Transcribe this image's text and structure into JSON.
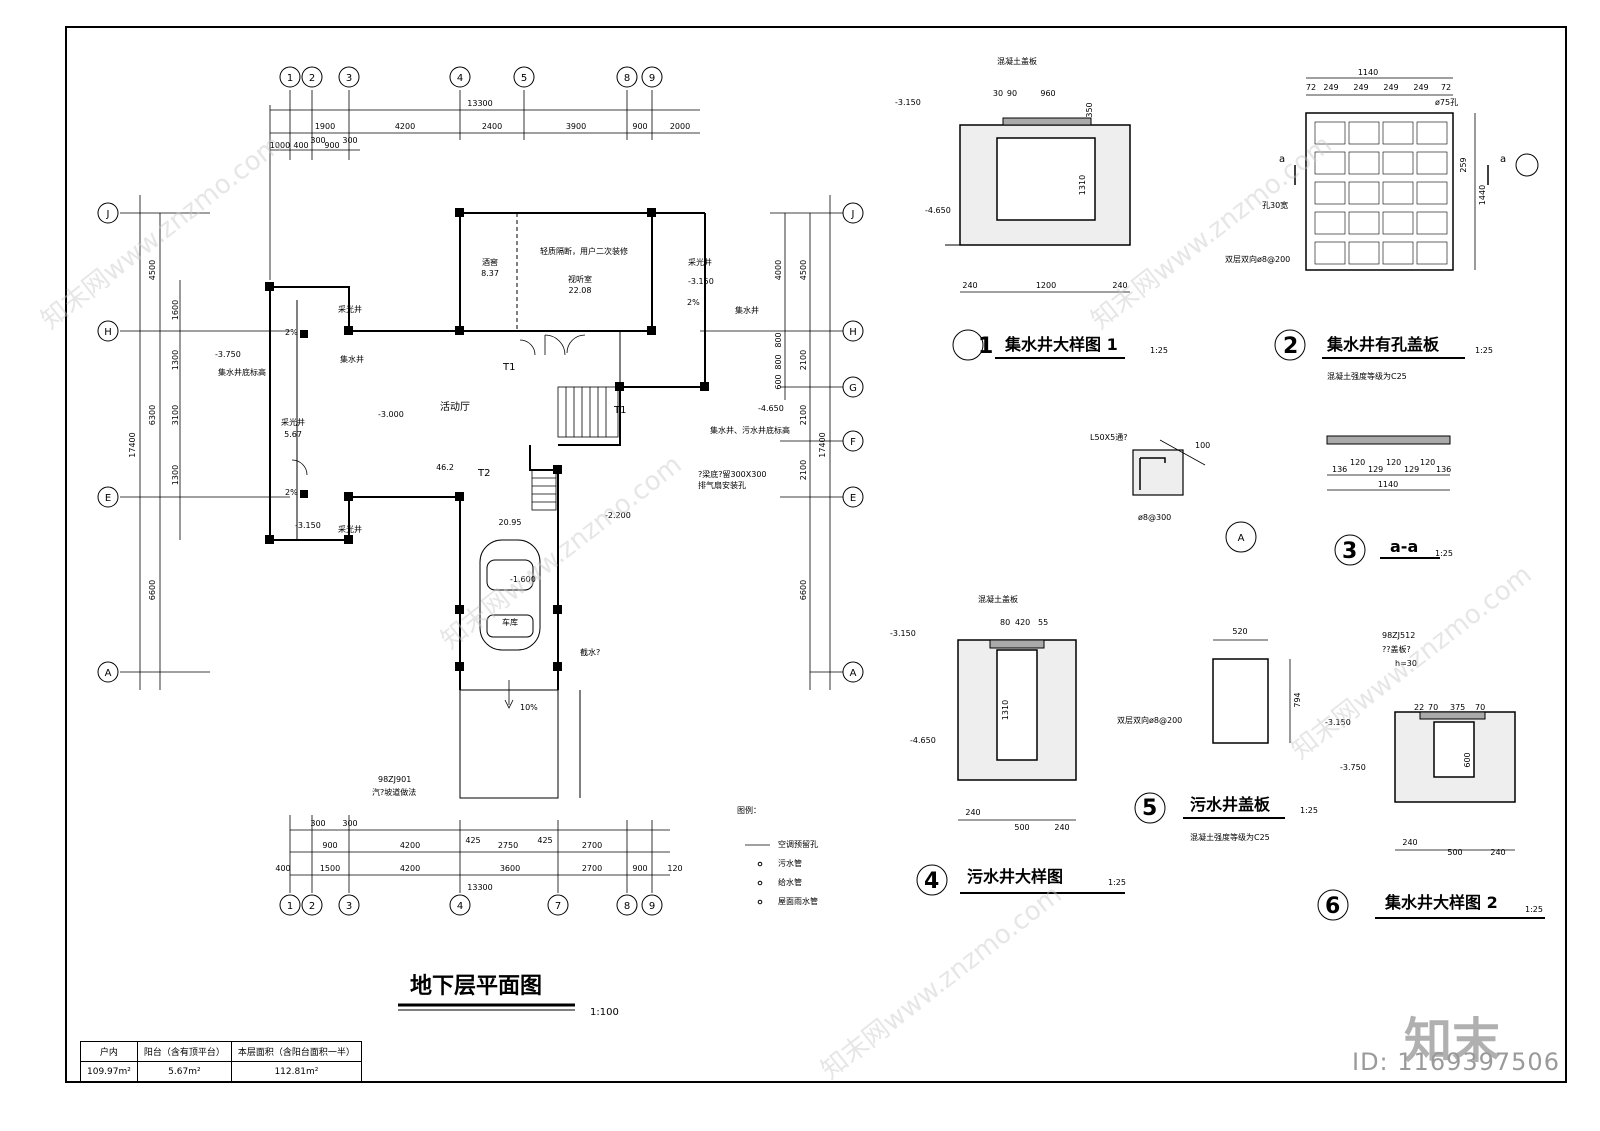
{
  "plan": {
    "title": "地下层平面图",
    "scale": "1:100",
    "axes_top": [
      "1",
      "2",
      "3",
      "4",
      "5",
      "8",
      "9"
    ],
    "axes_bottom": [
      "1",
      "2",
      "3",
      "4",
      "7",
      "8",
      "9"
    ],
    "axes_left": [
      "J",
      "H",
      "E",
      "A"
    ],
    "axes_right": [
      "J",
      "H",
      "G",
      "F",
      "E",
      "A"
    ],
    "dim_top_total": "13300",
    "dim_top_row1": [
      "1900",
      "4200",
      "2400",
      "3900",
      "900",
      "2000"
    ],
    "dim_top_row2": [
      "1000",
      "400",
      "300",
      "900",
      "300"
    ],
    "dim_bottom_row1": [
      "300",
      "300"
    ],
    "dim_bottom_row2": [
      "900",
      "4200",
      "425",
      "2750",
      "425",
      "2700"
    ],
    "dim_bottom_row3": [
      "400",
      "1500",
      "4200",
      "3600",
      "2700",
      "900",
      "120"
    ],
    "dim_bottom_total": "13300",
    "dim_left_total": "17400",
    "dim_left": [
      "4500",
      "6300",
      "6600"
    ],
    "dim_left_inner": [
      "1600",
      "1300",
      "3100",
      "1300"
    ],
    "dim_right_total": "17400",
    "dim_right": [
      "4500",
      "2100",
      "2100",
      "2100",
      "6600"
    ],
    "dim_right_inner": [
      "4000",
      "800",
      "800",
      "600"
    ],
    "rooms": [
      {
        "name": "酒窖",
        "area": "8.37"
      },
      {
        "name": "视听室",
        "area": "22.08"
      },
      {
        "name": "活动厅",
        "area": "46.2"
      },
      {
        "name": "采光井",
        "area": "5.67"
      },
      {
        "name": "车库",
        "area": "20.95"
      }
    ],
    "labels": {
      "light_well": "采光井",
      "sump": "集水井",
      "sump_note": "集水井底标高",
      "sump_note2": "集水井、污水井底标高",
      "partition_note": "轻质隔断，用户二次装修",
      "fan_note": "排气扇安装孔",
      "beam_note": "?梁底?留300X300",
      "ramp_note": "汽?坡道做法",
      "ramp_ref": "98ZJ901",
      "drain_label": "截水?",
      "legend_title": "图例：",
      "stair_t1": "T1",
      "stair_t2": "T2",
      "slope": "10%",
      "slope2": "2%"
    },
    "elevations": [
      "-3.750",
      "-3.000",
      "-3.150",
      "-4.650",
      "-2.200",
      "-1.600",
      "-3.150"
    ],
    "legend": [
      "空调预留孔",
      "污水管",
      "给水管",
      "屋面雨水管"
    ]
  },
  "details": [
    {
      "num": "1",
      "title": "集水井大样图 1",
      "scale": "1:25",
      "dims": [
        "240",
        "1200",
        "240",
        "960",
        "1310",
        "30",
        "90",
        "350"
      ],
      "elev": [
        "-3.150",
        "-4.650"
      ],
      "note": "混凝土盖板"
    },
    {
      "num": "2",
      "title": "集水井有孔盖板",
      "scale": "1:25",
      "note": "混凝土强度等级为C25",
      "dims": [
        "1140",
        "72",
        "249",
        "249",
        "249",
        "249",
        "72",
        "259",
        "1440",
        "ø75孔"
      ],
      "label_a": "a",
      "rebar": "双层双向ø8@200",
      "hole_note": "孔30宽"
    },
    {
      "num": "3",
      "title": "a-a",
      "scale": "1:25",
      "dims": [
        "136",
        "120",
        "129",
        "120",
        "129",
        "120",
        "136",
        "1140"
      ]
    },
    {
      "num": "A",
      "note": "L50X5通?",
      "dims": [
        "100",
        "ø8@300"
      ]
    },
    {
      "num": "4",
      "title": "污水井大样图",
      "scale": "1:25",
      "dims": [
        "240",
        "500",
        "240",
        "80",
        "420",
        "55",
        "1310"
      ],
      "elev": [
        "-3.150",
        "-4.650"
      ],
      "note": "混凝土盖板"
    },
    {
      "num": "5",
      "title": "污水井盖板",
      "scale": "1:25",
      "note": "混凝土强度等级为C25",
      "dims": [
        "520",
        "794"
      ],
      "rebar": "双层双向ø8@200"
    },
    {
      "num": "6",
      "title": "集水井大样图 2",
      "scale": "1:25",
      "dims": [
        "240",
        "500",
        "240",
        "22",
        "70",
        "375",
        "70",
        "600"
      ],
      "elev": [
        "-3.150",
        "-3.750"
      ],
      "ref": "98ZJ512",
      "ref2": "??盖板?",
      "h": "h=30"
    }
  ],
  "area_table": {
    "headers": [
      "户内",
      "阳台（含有顶平台）",
      "本层面积（含阳台面积一半）"
    ],
    "values": [
      "109.97m²",
      "5.67m²",
      "112.81m²"
    ]
  },
  "watermark": {
    "text": "知末网www.znzmo.com",
    "logo": "知末",
    "id": "ID: 1169397506"
  }
}
